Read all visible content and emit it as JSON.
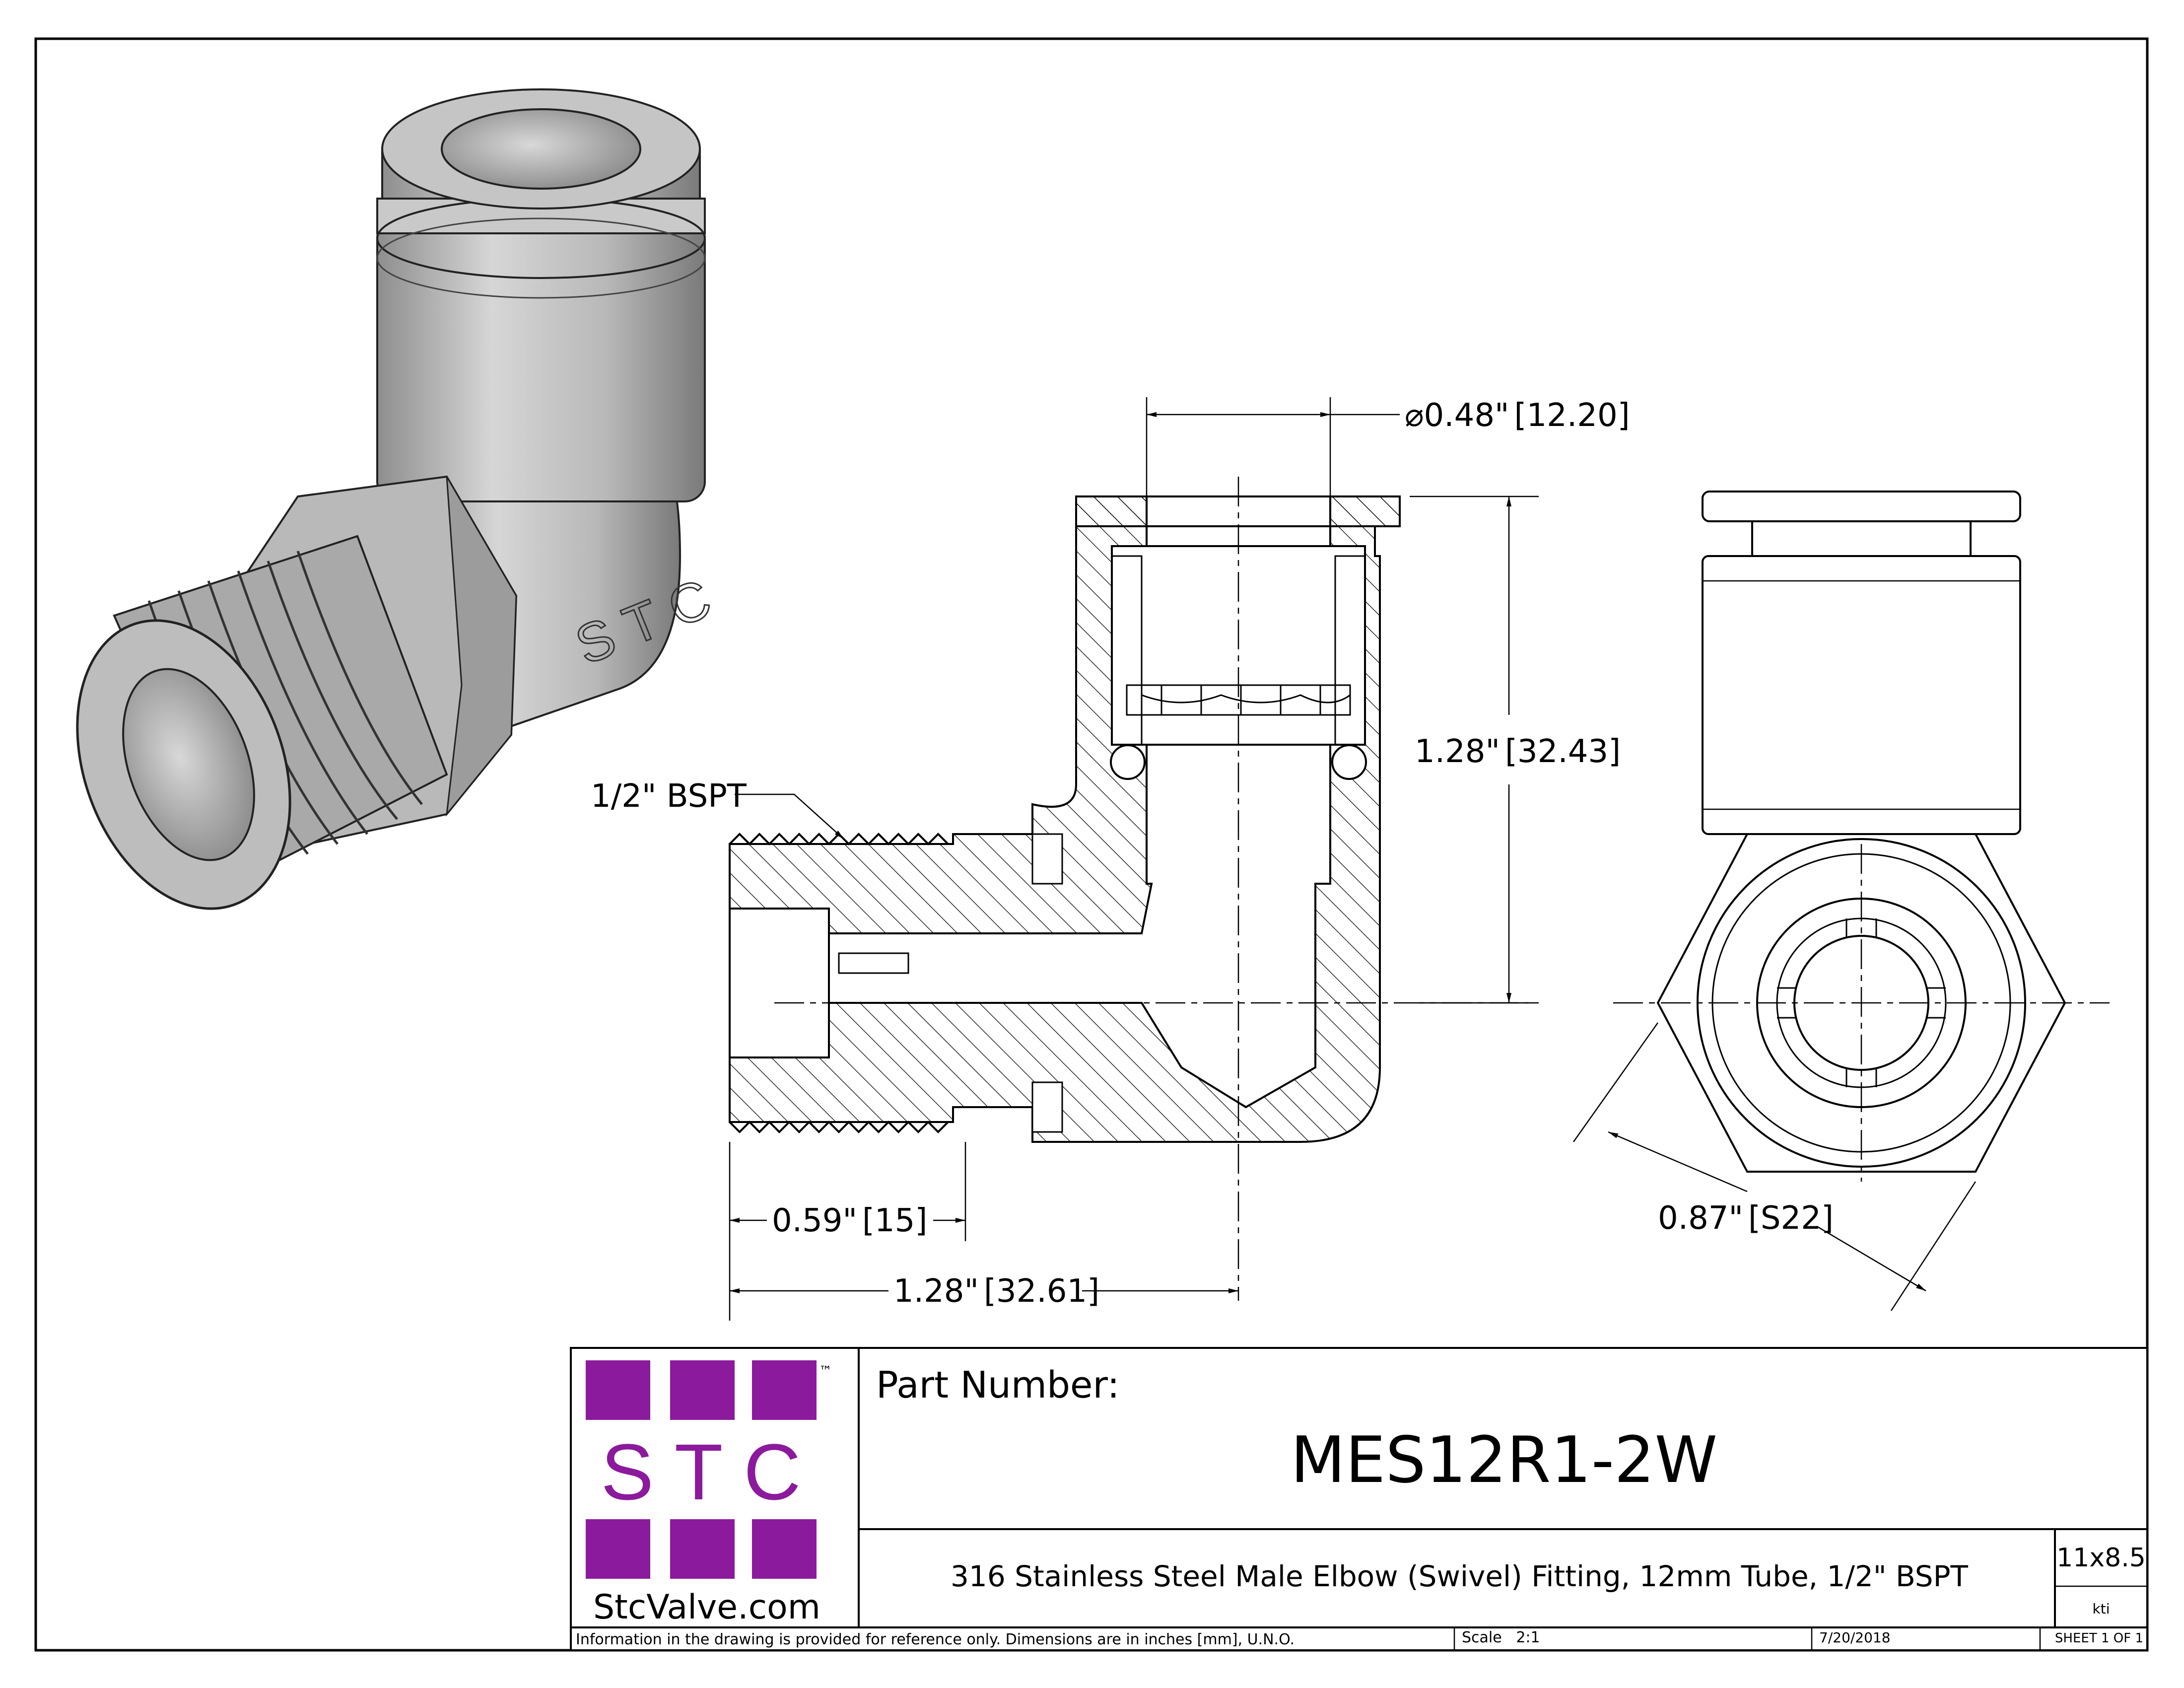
{
  "dimensions": {
    "bore_dia": "0.48\"",
    "bore_dia_mm": "12.20",
    "height": "1.28\"",
    "height_mm": "32.43",
    "thread_label": "1/2\" BSPT",
    "thread_len": "0.59\"",
    "thread_len_mm": "15",
    "overall_len": "1.28\"",
    "overall_len_mm": "32.61",
    "hex": "0.87\"",
    "hex_mm": "S22"
  },
  "model": {
    "marking": "STC"
  },
  "logo": {
    "letters": "S T C",
    "trademark": "™",
    "website": "StcValve.com",
    "color": "#8B1A9C"
  },
  "title_block": {
    "part_number_label": "Part Number:",
    "part_number": "MES12R1-2W",
    "description": "316 Stainless Steel Male Elbow (Swivel) Fitting, 12mm Tube, 1/2\" BSPT",
    "size": "11x8.5",
    "drawn_by": "kti",
    "disclaimer": "Information in the drawing is provided for reference only. Dimensions are in inches [mm], U.N.O.",
    "scale": "Scale   2:1",
    "date": "7/20/2018",
    "sheet": "SHEET 1 OF 1"
  }
}
